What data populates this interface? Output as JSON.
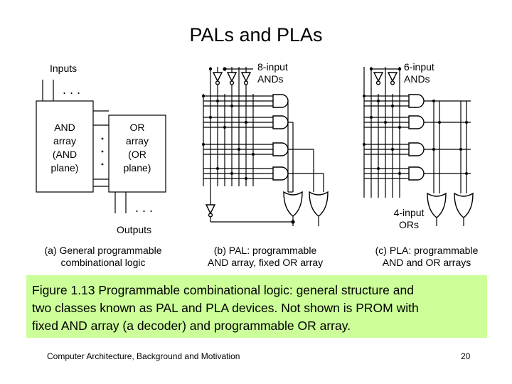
{
  "title": "PALs and PLAs",
  "panel_a": {
    "inputs_label": "Inputs",
    "and_box": [
      "AND",
      "array",
      "(AND",
      "plane)"
    ],
    "or_box": [
      "OR",
      "array",
      "(OR",
      "plane)"
    ],
    "outputs_label": "Outputs",
    "caption": [
      "(a) General programmable",
      "combinational logic"
    ]
  },
  "panel_b": {
    "gate_label": [
      "8-input",
      "ANDs"
    ],
    "caption": [
      "(b) PAL: programmable",
      "AND array, fixed OR array"
    ]
  },
  "panel_c": {
    "and_label": [
      "6-input",
      "ANDs"
    ],
    "or_label": [
      "4-input",
      "ORs"
    ],
    "caption": [
      "(c) PLA: programmable",
      "AND and OR arrays"
    ]
  },
  "figure_caption": [
    "Figure 1.13    Programmable combinational logic: general structure and",
    "two classes known as PAL and PLA devices. Not shown is PROM with",
    "fixed AND array (a decoder) and programmable OR array."
  ],
  "footer": {
    "left": "Computer Architecture, Background and Motivation",
    "page": "20"
  },
  "colors": {
    "caption_background": "#ccff99"
  }
}
